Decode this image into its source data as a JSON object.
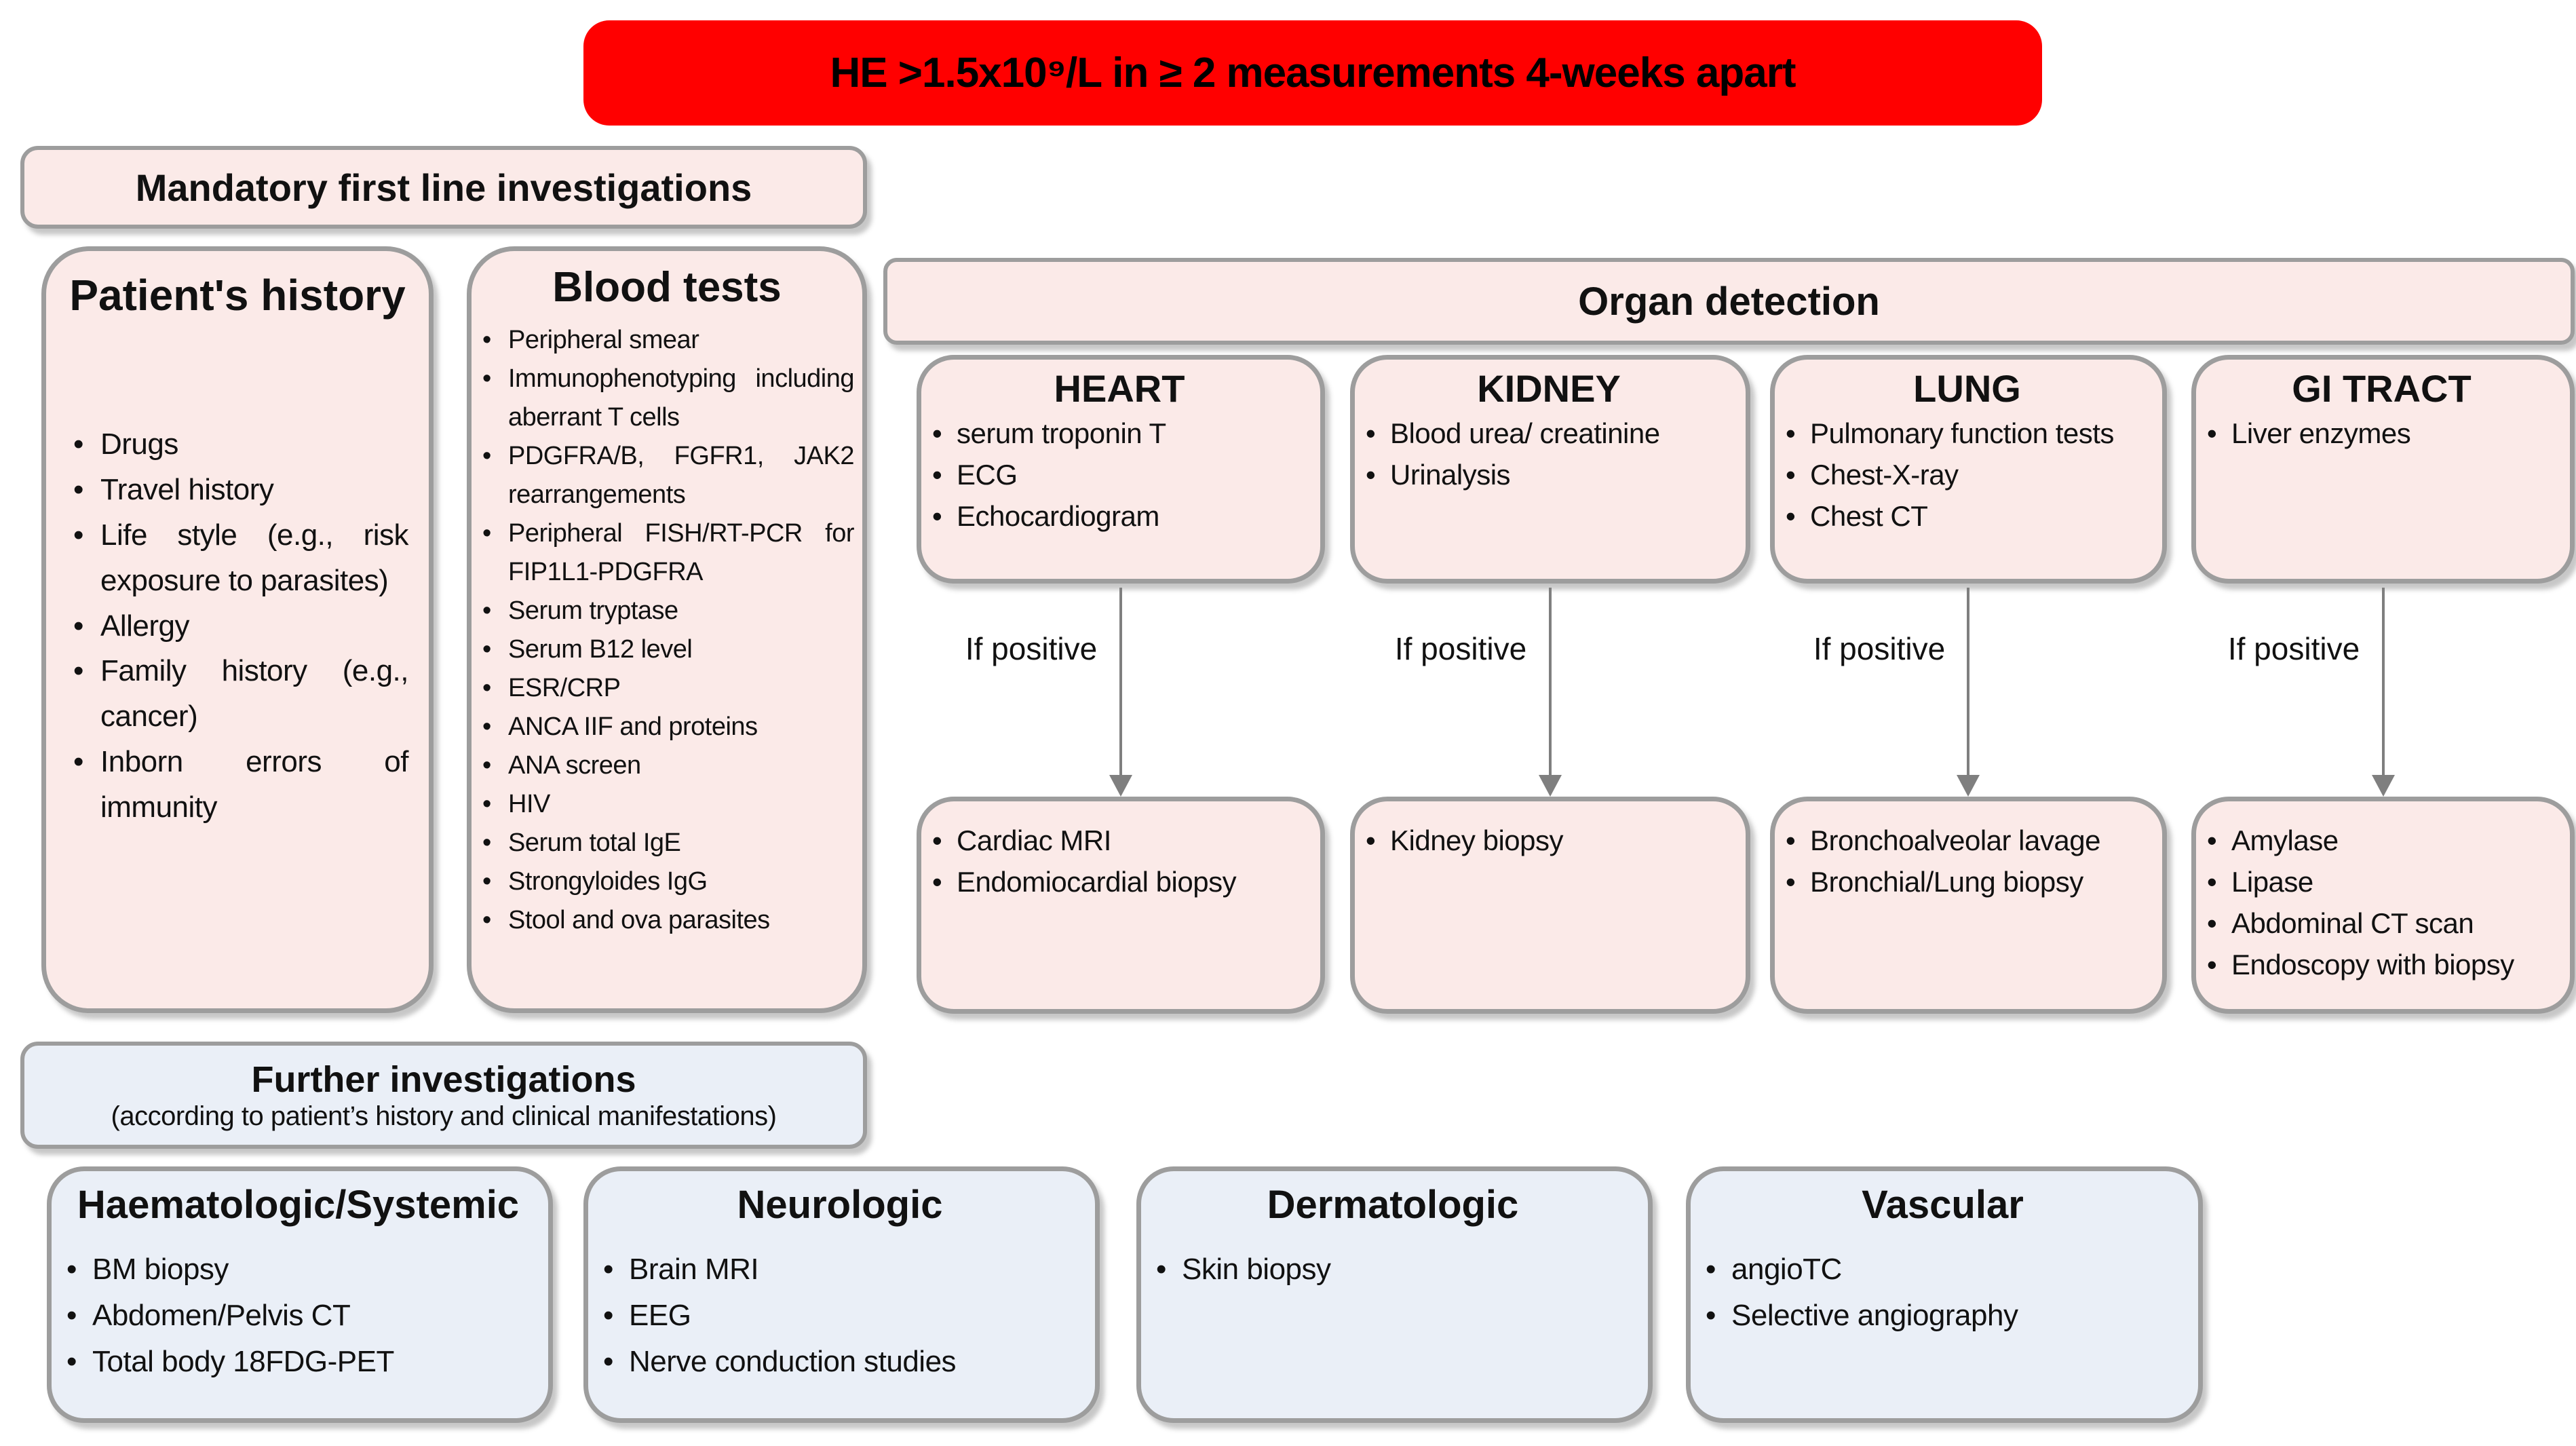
{
  "colors": {
    "banner_red": "#ff0000",
    "box_pink": "#fbeae8",
    "box_blue": "#eaeff7",
    "border_gray": "#9d9d9d",
    "arrow_gray": "#7f7f7f",
    "text_black": "#111111"
  },
  "banner": {
    "text": "HE >1.5x10⁹/L in ≥ 2 measurements 4-weeks apart"
  },
  "mandatory": {
    "label": "Mandatory first line investigations"
  },
  "patient_history": {
    "title": "Patient's history",
    "items": [
      "Drugs",
      "Travel history",
      "Life style (e.g., risk exposure to parasites)",
      "Allergy",
      "Family history (e.g., cancer)",
      "Inborn errors of immunity"
    ]
  },
  "blood_tests": {
    "title": "Blood tests",
    "items": [
      "Peripheral smear",
      "Immunophenotyping including aberrant T cells",
      "PDGFRA/B, FGFR1, JAK2 rearrangements",
      "Peripheral FISH/RT-PCR for FIP1L1-PDGFRA",
      "Serum tryptase",
      "Serum B12 level",
      "ESR/CRP",
      "ANCA IIF and proteins",
      "ANA screen",
      "HIV",
      "Serum total IgE",
      "Strongyloides IgG",
      "Stool and ova parasites"
    ]
  },
  "organ_detection": {
    "title": "Organ detection",
    "if_label": "If positive",
    "organs": [
      {
        "name": "HEART",
        "tests": [
          "serum troponin T",
          "ECG",
          "Echocardiogram"
        ],
        "followup": [
          "Cardiac MRI",
          "Endomiocardial biopsy"
        ]
      },
      {
        "name": "KIDNEY",
        "tests": [
          "Blood urea/ creatinine",
          "Urinalysis"
        ],
        "followup": [
          "Kidney biopsy"
        ]
      },
      {
        "name": "LUNG",
        "tests": [
          "Pulmonary function tests",
          "Chest-X-ray",
          "Chest CT"
        ],
        "followup": [
          "Bronchoalveolar lavage",
          "Bronchial/Lung biopsy"
        ]
      },
      {
        "name": "GI TRACT",
        "tests": [
          "Liver enzymes"
        ],
        "followup": [
          "Amylase",
          "Lipase",
          "Abdominal CT scan",
          "Endoscopy with biopsy"
        ]
      }
    ]
  },
  "further": {
    "title": "Further investigations",
    "subtitle": "(according to patient’s history and clinical manifestations)"
  },
  "categories": [
    {
      "title": "Haematologic/Systemic",
      "items": [
        "BM biopsy",
        "Abdomen/Pelvis CT",
        "Total body 18FDG-PET"
      ]
    },
    {
      "title": "Neurologic",
      "items": [
        "Brain MRI",
        "EEG",
        "Nerve conduction studies"
      ]
    },
    {
      "title": "Dermatologic",
      "items": [
        "Skin biopsy"
      ]
    },
    {
      "title": "Vascular",
      "items": [
        "angioTC",
        "Selective angiography"
      ]
    }
  ]
}
